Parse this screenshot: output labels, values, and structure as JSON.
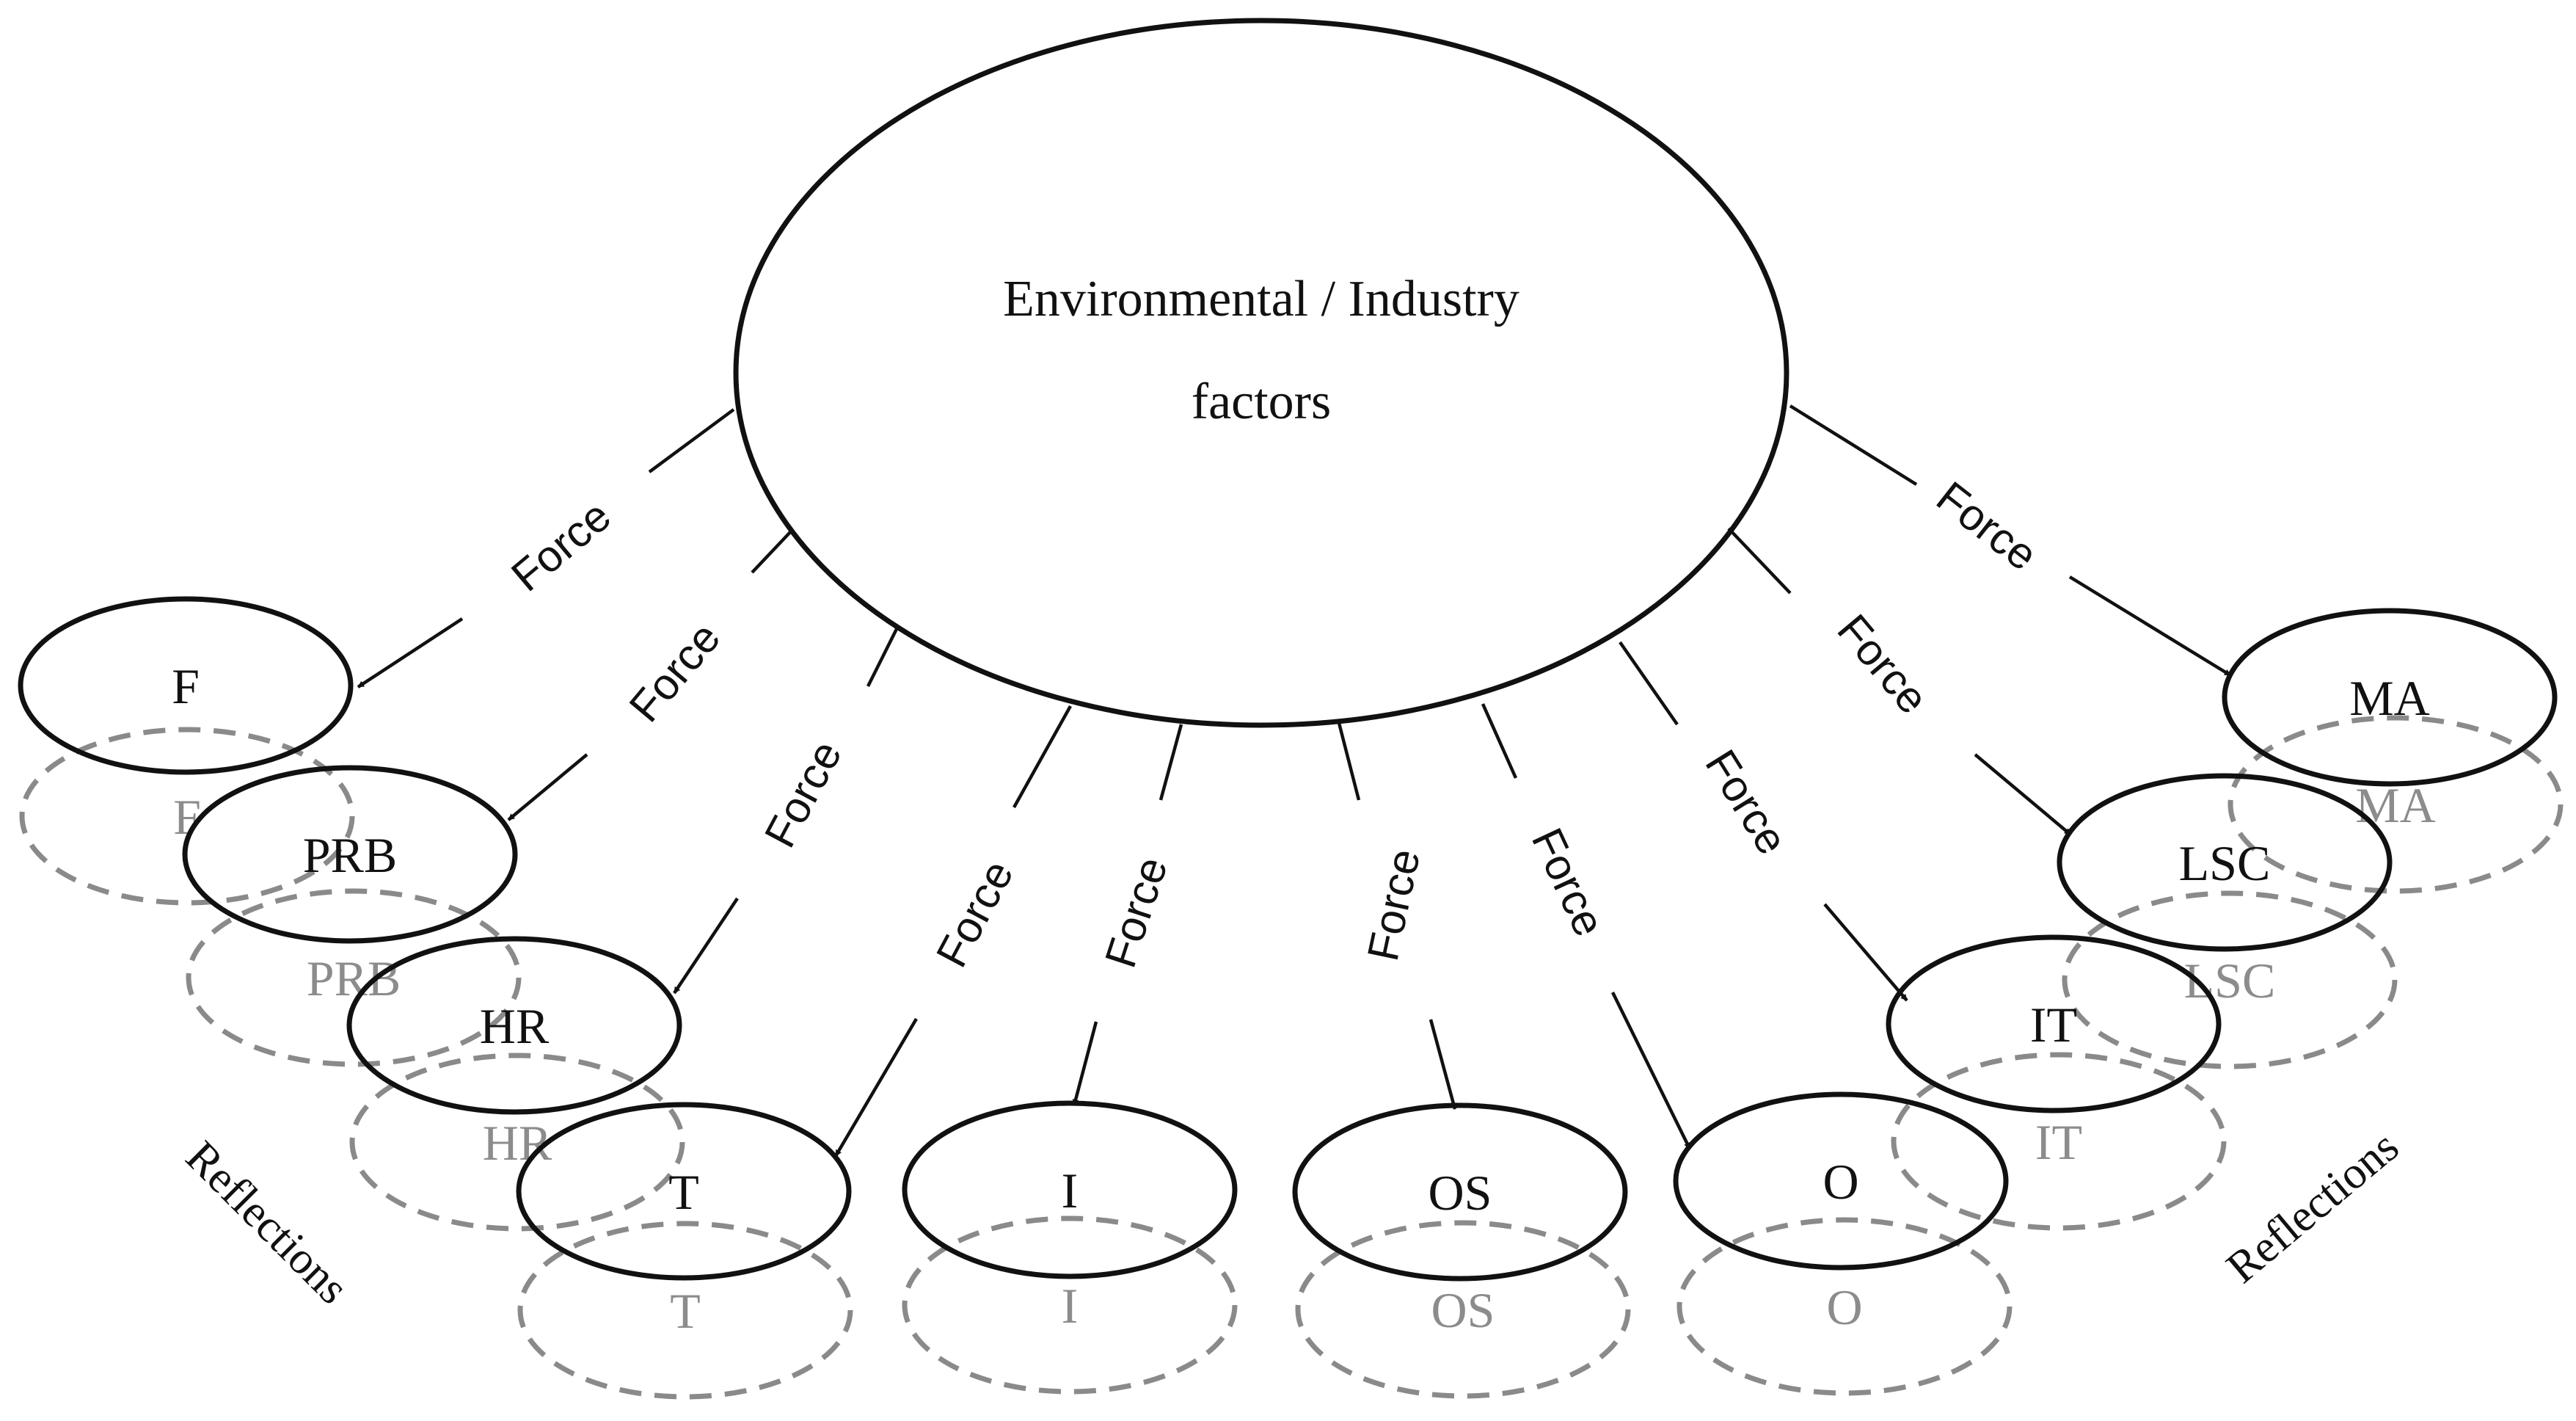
{
  "central": {
    "line1": "Environmental / Industry",
    "line2": "factors"
  },
  "force_label": "Force",
  "side_label": "Reflections",
  "nodes": [
    {
      "id": "F",
      "label": "F",
      "reflection": "F"
    },
    {
      "id": "PRB",
      "label": "PRB",
      "reflection": "PRB"
    },
    {
      "id": "HR",
      "label": "HR",
      "reflection": "HR"
    },
    {
      "id": "T",
      "label": "T",
      "reflection": "T"
    },
    {
      "id": "I",
      "label": "I",
      "reflection": "I"
    },
    {
      "id": "OS",
      "label": "OS",
      "reflection": "OS"
    },
    {
      "id": "O",
      "label": "O",
      "reflection": "O"
    },
    {
      "id": "IT",
      "label": "IT",
      "reflection": "IT"
    },
    {
      "id": "LSC",
      "label": "LSC",
      "reflection": "LSC"
    },
    {
      "id": "MA",
      "label": "MA",
      "reflection": "MA"
    }
  ],
  "colors": {
    "stroke": "#111111",
    "reflection": "#8a8a8a",
    "background": "#ffffff"
  }
}
